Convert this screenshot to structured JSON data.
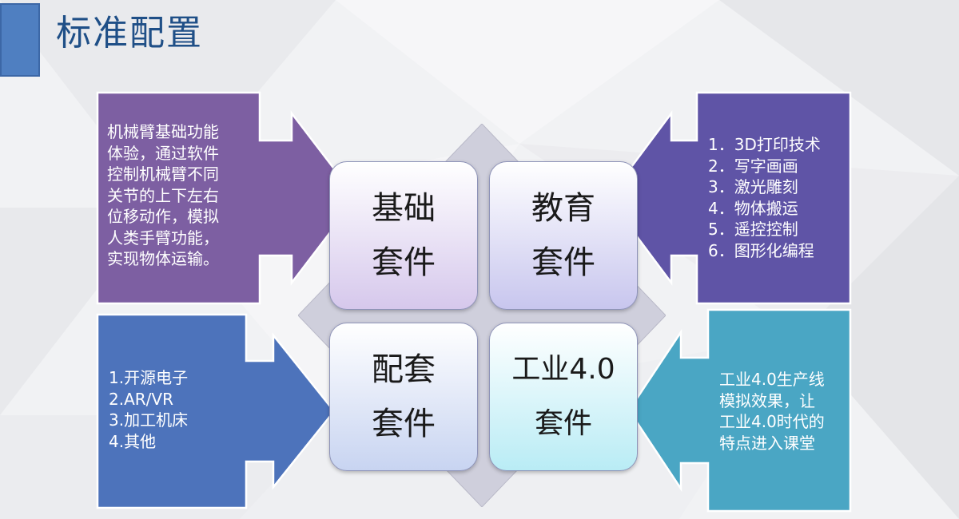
{
  "title": "标准配置",
  "quadrants": {
    "basic": {
      "line1": "基础",
      "line2": "套件"
    },
    "education": {
      "line1": "教育",
      "line2": "套件"
    },
    "support": {
      "line1": "配套",
      "line2": "套件"
    },
    "industry": {
      "line1": "工业4.0",
      "line2": "套件"
    }
  },
  "callouts": {
    "basic": [
      "机械臂基础功能",
      "体验，通过软件",
      "控制机械臂不同",
      "关节的上下左右",
      "位移动作，模拟",
      "人类手臂功能，",
      "实现物体运输。"
    ],
    "education": [
      "1．3D打印技术",
      "2．写字画画",
      "3．激光雕刻",
      "4．物体搬运",
      "5．遥控控制",
      "6．图形化编程"
    ],
    "support": [
      "1.开源电子",
      "2.AR/VR",
      "3.加工机床",
      "4.其他"
    ],
    "industry": [
      "工业4.0生产线",
      "模拟效果，让",
      "工业4.0时代的",
      "特点进入课堂"
    ]
  },
  "colors": {
    "basic": "#7d5fa2",
    "education": "#5f54a6",
    "support": "#4d73bb",
    "industry": "#4aa6c4"
  }
}
